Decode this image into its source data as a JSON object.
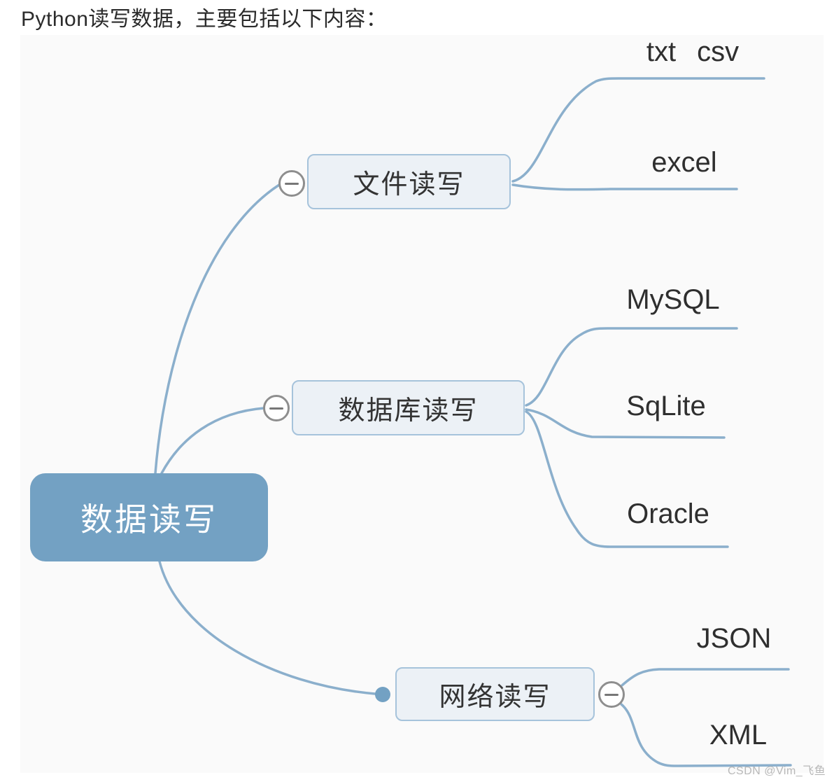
{
  "title": "Python读写数据，主要包括以下内容：",
  "mindmap": {
    "root": {
      "label": "数据读写"
    },
    "branches": [
      {
        "label": "文件读写",
        "children": [
          "txt",
          "csv",
          "excel"
        ]
      },
      {
        "label": "数据库读写",
        "children": [
          "MySQL",
          "SqLite",
          "Oracle"
        ]
      },
      {
        "label": "网络读写",
        "children": [
          "JSON",
          "XML"
        ]
      }
    ]
  },
  "watermark": "CSDN @Vim_飞鱼",
  "colors": {
    "root_fill": "#73a1c3",
    "branch_line": "#8bafcc",
    "node_fill": "#ecf1f6",
    "node_border": "#a6c3db",
    "collapse_border": "#8e8e8e",
    "text": "#2f2f2f",
    "watermark_text": "#b8b8b8",
    "canvas_bg": "#fafafa"
  }
}
